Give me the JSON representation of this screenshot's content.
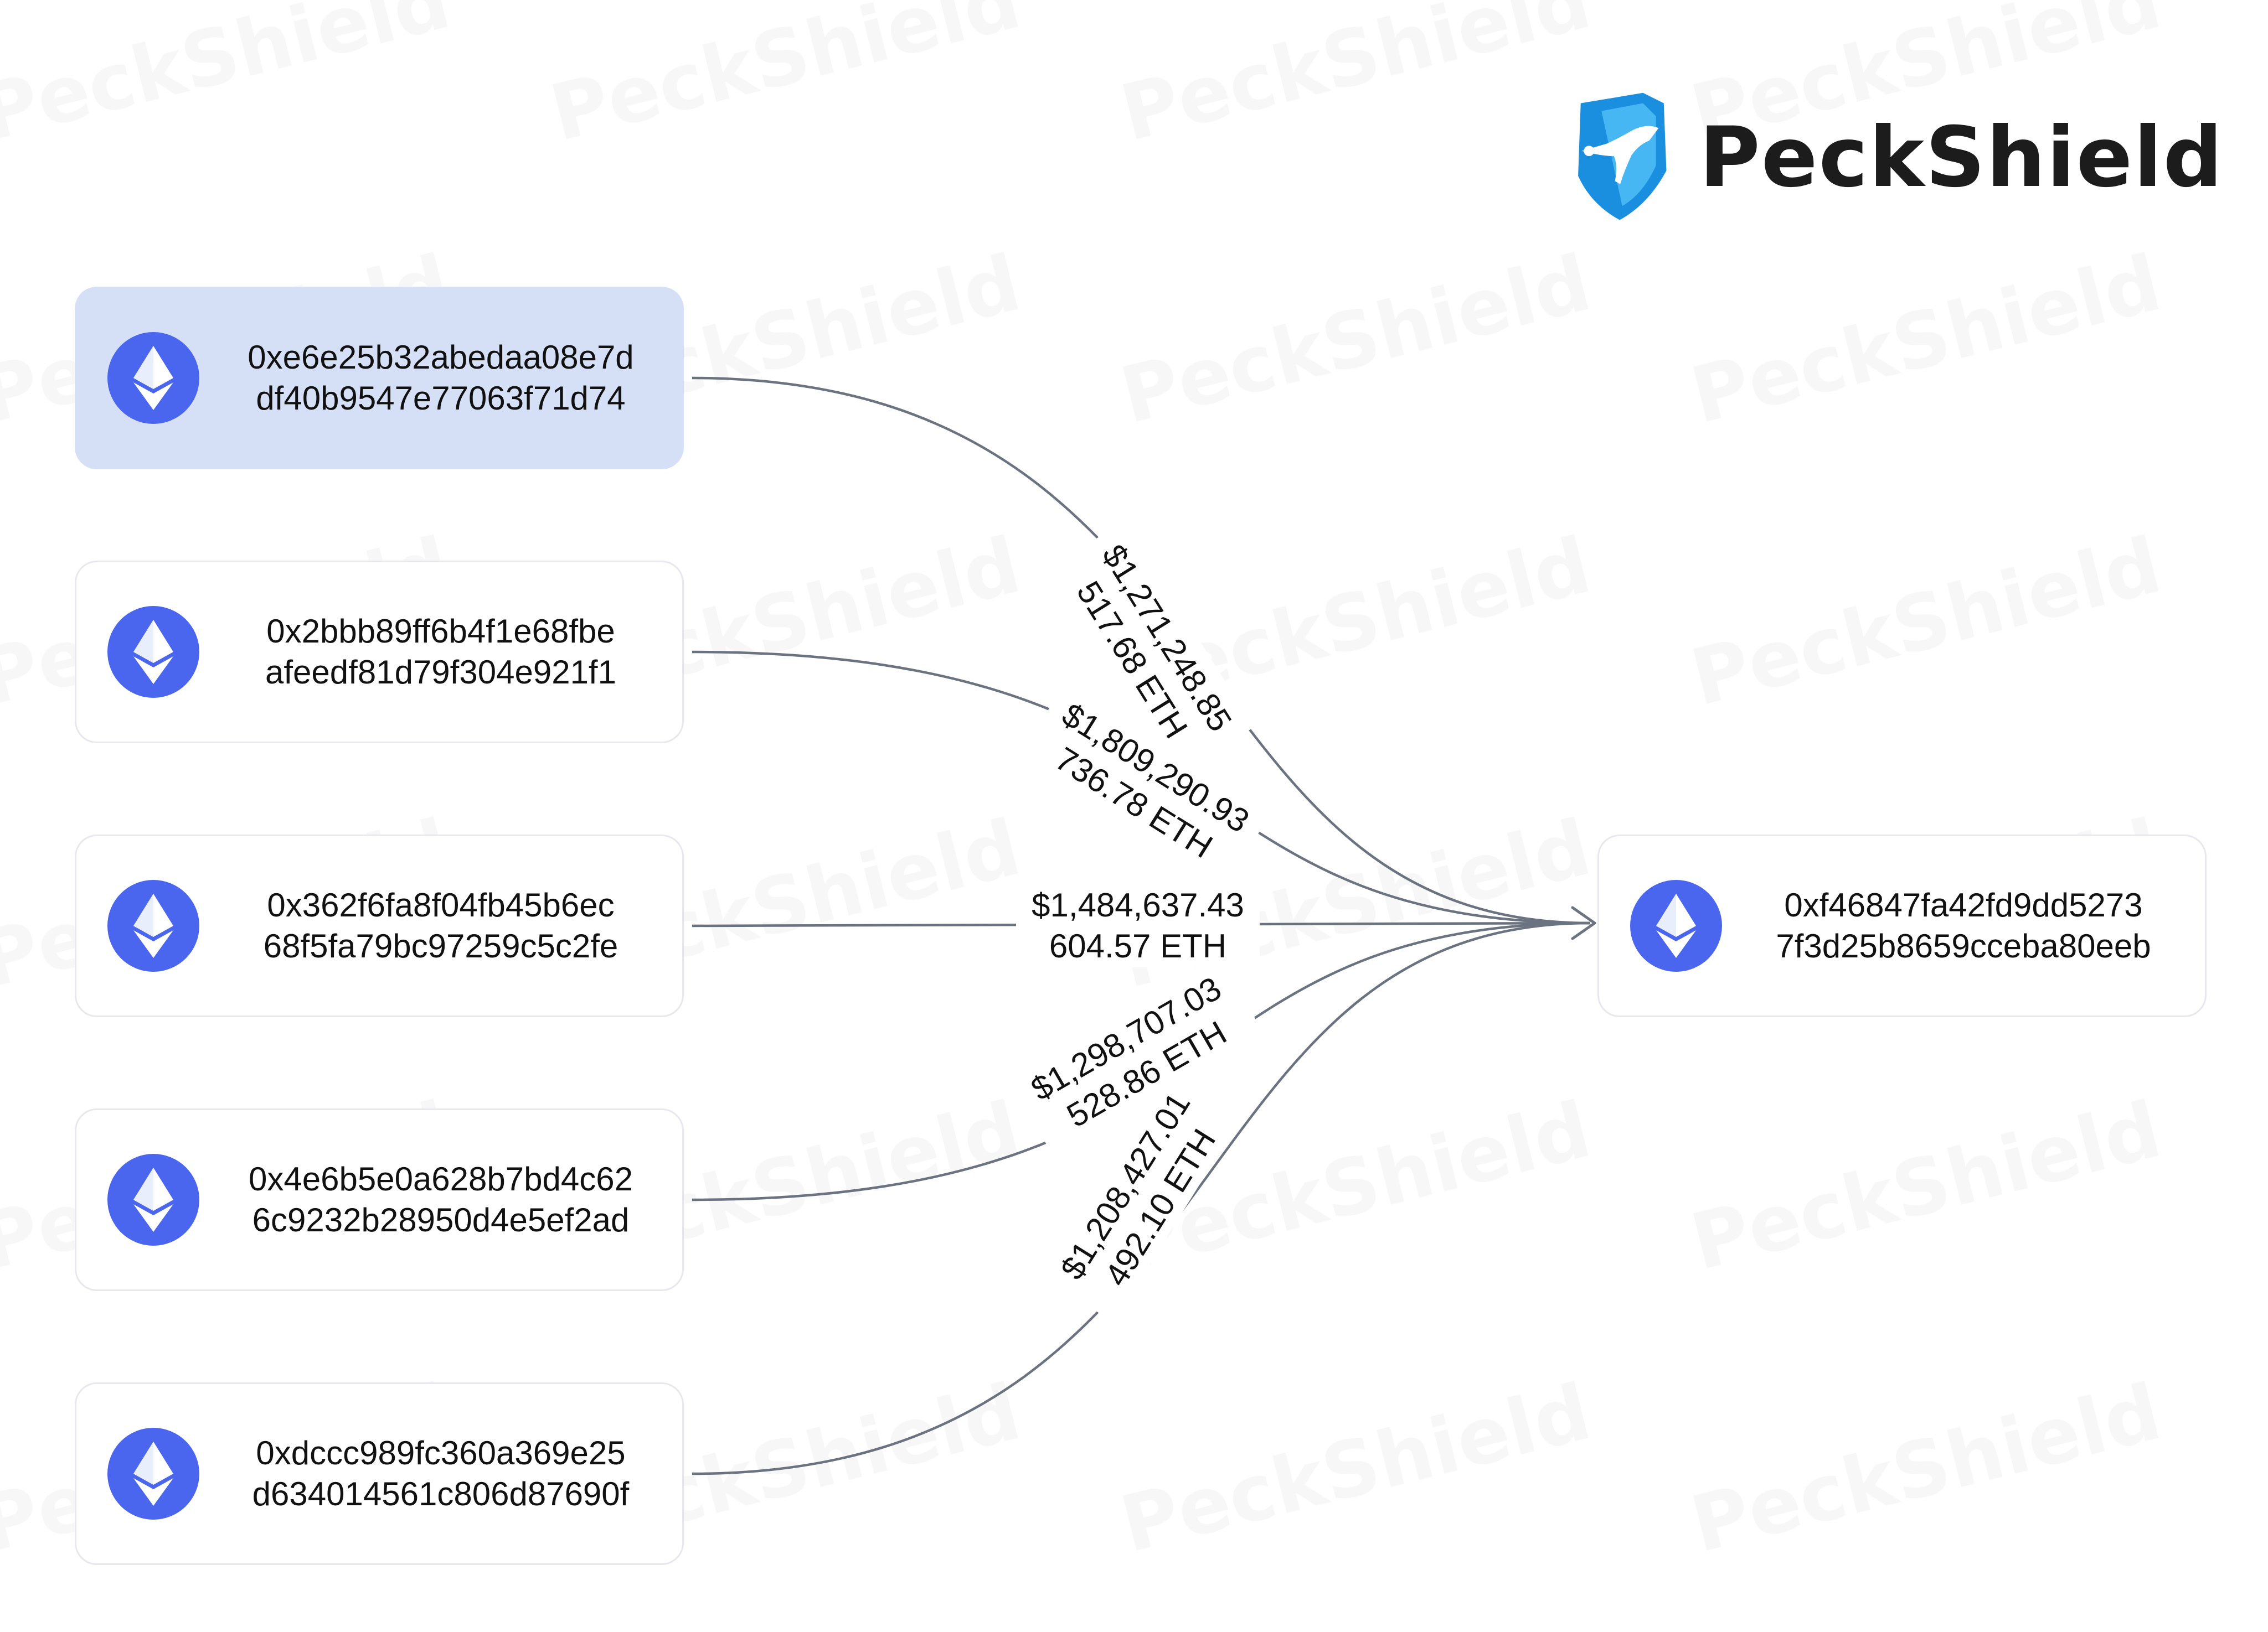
{
  "brand": {
    "name": "PeckShield",
    "watermark": "PeckShield",
    "logo_icon": "bird-shield-icon",
    "colors": {
      "shield": "#1a8fe0",
      "text": "#1c1c1c"
    }
  },
  "colors": {
    "eth_badge": "#4a66ee",
    "highlight_node": "#d5e0f7",
    "edge": "#6b7280"
  },
  "sources": [
    {
      "address_line1": "0xe6e25b32abedaa08e7d",
      "address_line2": "df40b9547e77063f71d74",
      "icon": "ethereum-icon",
      "highlighted": true
    },
    {
      "address_line1": "0x2bbb89ff6b4f1e68fbe",
      "address_line2": "afeedf81d79f304e921f1",
      "icon": "ethereum-icon",
      "highlighted": false
    },
    {
      "address_line1": "0x362f6fa8f04fb45b6ec",
      "address_line2": "68f5fa79bc97259c5c2fe",
      "icon": "ethereum-icon",
      "highlighted": false
    },
    {
      "address_line1": "0x4e6b5e0a628b7bd4c62",
      "address_line2": "6c9232b28950d4e5ef2ad",
      "icon": "ethereum-icon",
      "highlighted": false
    },
    {
      "address_line1": "0xdccc989fc360a369e25",
      "address_line2": "d634014561c806d87690f",
      "icon": "ethereum-icon",
      "highlighted": false
    }
  ],
  "target": {
    "address_line1": "0xf46847fa42fd9dd5273",
    "address_line2": "7f3d25b8659cceba80eeb",
    "icon": "ethereum-icon"
  },
  "transfers": [
    {
      "from": 0,
      "usd": "$1,271,248.85",
      "eth": "517.68 ETH"
    },
    {
      "from": 1,
      "usd": "$1,809,290.93",
      "eth": "736.78 ETH"
    },
    {
      "from": 2,
      "usd": "$1,484,637.43",
      "eth": "604.57 ETH"
    },
    {
      "from": 3,
      "usd": "$1,298,707.03",
      "eth": "528.86 ETH"
    },
    {
      "from": 4,
      "usd": "$1,208,427.01",
      "eth": "492.10 ETH"
    }
  ]
}
